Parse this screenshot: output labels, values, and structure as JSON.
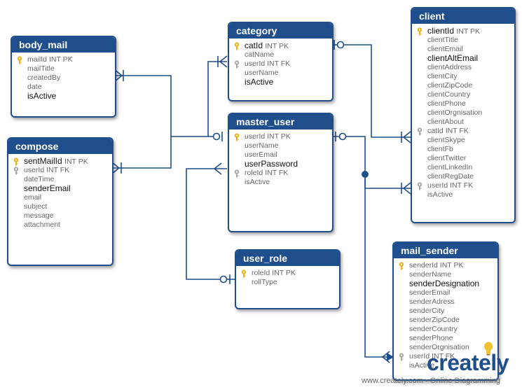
{
  "entities": [
    {
      "id": "body_mail",
      "title": "body_mail",
      "fields": [
        {
          "label": "mailId",
          "type": "INT PK",
          "key": "pk",
          "emph": false
        },
        {
          "label": "mailTitle",
          "type": "",
          "key": "",
          "emph": false
        },
        {
          "label": "createdBy",
          "type": "",
          "key": "",
          "emph": false
        },
        {
          "label": "date",
          "type": "",
          "key": "",
          "emph": false
        },
        {
          "label": "isActive",
          "type": "",
          "key": "",
          "emph": true
        }
      ]
    },
    {
      "id": "compose",
      "title": "compose",
      "fields": [
        {
          "label": "sentMailId",
          "type": "INT PK",
          "key": "pk",
          "emph": true
        },
        {
          "label": "userId",
          "type": "INT FK",
          "key": "fk",
          "emph": false
        },
        {
          "label": "dateTime",
          "type": "",
          "key": "",
          "emph": false
        },
        {
          "label": "senderEmail",
          "type": "",
          "key": "",
          "emph": true
        },
        {
          "label": "email",
          "type": "",
          "key": "",
          "emph": false
        },
        {
          "label": "subject",
          "type": "",
          "key": "",
          "emph": false
        },
        {
          "label": "message",
          "type": "",
          "key": "",
          "emph": false
        },
        {
          "label": "attachment",
          "type": "",
          "key": "",
          "emph": false
        }
      ]
    },
    {
      "id": "category",
      "title": "category",
      "fields": [
        {
          "label": "catId",
          "type": "INT PK",
          "key": "pk",
          "emph": true
        },
        {
          "label": "catName",
          "type": "",
          "key": "",
          "emph": false
        },
        {
          "label": "userId",
          "type": "INT FK",
          "key": "fk",
          "emph": false
        },
        {
          "label": "userName",
          "type": "",
          "key": "",
          "emph": false
        },
        {
          "label": "isActive",
          "type": "",
          "key": "",
          "emph": true
        }
      ]
    },
    {
      "id": "master_user",
      "title": "master_user",
      "fields": [
        {
          "label": "userId",
          "type": "INT PK",
          "key": "pk",
          "emph": false
        },
        {
          "label": "userName",
          "type": "",
          "key": "",
          "emph": false
        },
        {
          "label": "userEmail",
          "type": "",
          "key": "",
          "emph": false
        },
        {
          "label": "userPassword",
          "type": "",
          "key": "",
          "emph": true
        },
        {
          "label": "roleId",
          "type": "INT FK",
          "key": "fk",
          "emph": false
        },
        {
          "label": "isActive",
          "type": "",
          "key": "",
          "emph": false
        }
      ]
    },
    {
      "id": "user_role",
      "title": "user_role",
      "fields": [
        {
          "label": "roleId",
          "type": "INT PK",
          "key": "pk",
          "emph": false
        },
        {
          "label": "rollType",
          "type": "",
          "key": "",
          "emph": false
        }
      ]
    },
    {
      "id": "client",
      "title": "client",
      "fields": [
        {
          "label": "clientId",
          "type": "INT PK",
          "key": "pk",
          "emph": true
        },
        {
          "label": "clientTitle",
          "type": "",
          "key": "",
          "emph": false
        },
        {
          "label": "clientEmail",
          "type": "",
          "key": "",
          "emph": false
        },
        {
          "label": "clientAltEmail",
          "type": "",
          "key": "",
          "emph": true
        },
        {
          "label": "clientAddress",
          "type": "",
          "key": "",
          "emph": false
        },
        {
          "label": "clientCity",
          "type": "",
          "key": "",
          "emph": false
        },
        {
          "label": "clientZipCode",
          "type": "",
          "key": "",
          "emph": false
        },
        {
          "label": "clientCountry",
          "type": "",
          "key": "",
          "emph": false
        },
        {
          "label": "clientPhone",
          "type": "",
          "key": "",
          "emph": false
        },
        {
          "label": "clientOrgnisation",
          "type": "",
          "key": "",
          "emph": false
        },
        {
          "label": "clientAbout",
          "type": "",
          "key": "",
          "emph": false
        },
        {
          "label": "catId",
          "type": "INT FK",
          "key": "fk",
          "emph": false
        },
        {
          "label": "clientSkype",
          "type": "",
          "key": "",
          "emph": false
        },
        {
          "label": "clientFb",
          "type": "",
          "key": "",
          "emph": false
        },
        {
          "label": "clientTwitter",
          "type": "",
          "key": "",
          "emph": false
        },
        {
          "label": "clientLinkedIn",
          "type": "",
          "key": "",
          "emph": false
        },
        {
          "label": "clientRegDate",
          "type": "",
          "key": "",
          "emph": false
        },
        {
          "label": "userId",
          "type": "INT FK",
          "key": "fk",
          "emph": false
        },
        {
          "label": "isActive",
          "type": "",
          "key": "",
          "emph": false
        }
      ]
    },
    {
      "id": "mail_sender",
      "title": "mail_sender",
      "fields": [
        {
          "label": "senderId",
          "type": "INT PK",
          "key": "pk",
          "emph": false
        },
        {
          "label": "senderName",
          "type": "",
          "key": "",
          "emph": false
        },
        {
          "label": "senderDesignation",
          "type": "",
          "key": "",
          "emph": true
        },
        {
          "label": "senderEmail",
          "type": "",
          "key": "",
          "emph": false
        },
        {
          "label": "senderAdress",
          "type": "",
          "key": "",
          "emph": false
        },
        {
          "label": "senderCity",
          "type": "",
          "key": "",
          "emph": false
        },
        {
          "label": "senderZipCode",
          "type": "",
          "key": "",
          "emph": false
        },
        {
          "label": "senderCountry",
          "type": "",
          "key": "",
          "emph": false
        },
        {
          "label": "senderPhone",
          "type": "",
          "key": "",
          "emph": false
        },
        {
          "label": "senderOrgnisation",
          "type": "",
          "key": "",
          "emph": false
        },
        {
          "label": "userId",
          "type": "INT FK",
          "key": "fk",
          "emph": false
        },
        {
          "label": "isActive",
          "type": "",
          "key": "",
          "emph": false
        }
      ]
    }
  ],
  "branding": {
    "logo_text": "creately",
    "footer_text": "www.creately.com • Online Diagramming"
  },
  "colors": {
    "header": "#1f4e8c",
    "line": "#1f4e8c",
    "pk_key": "#e8b21a",
    "fk_key": "#a8a8a8",
    "logo_bulb": "#f2c230"
  }
}
